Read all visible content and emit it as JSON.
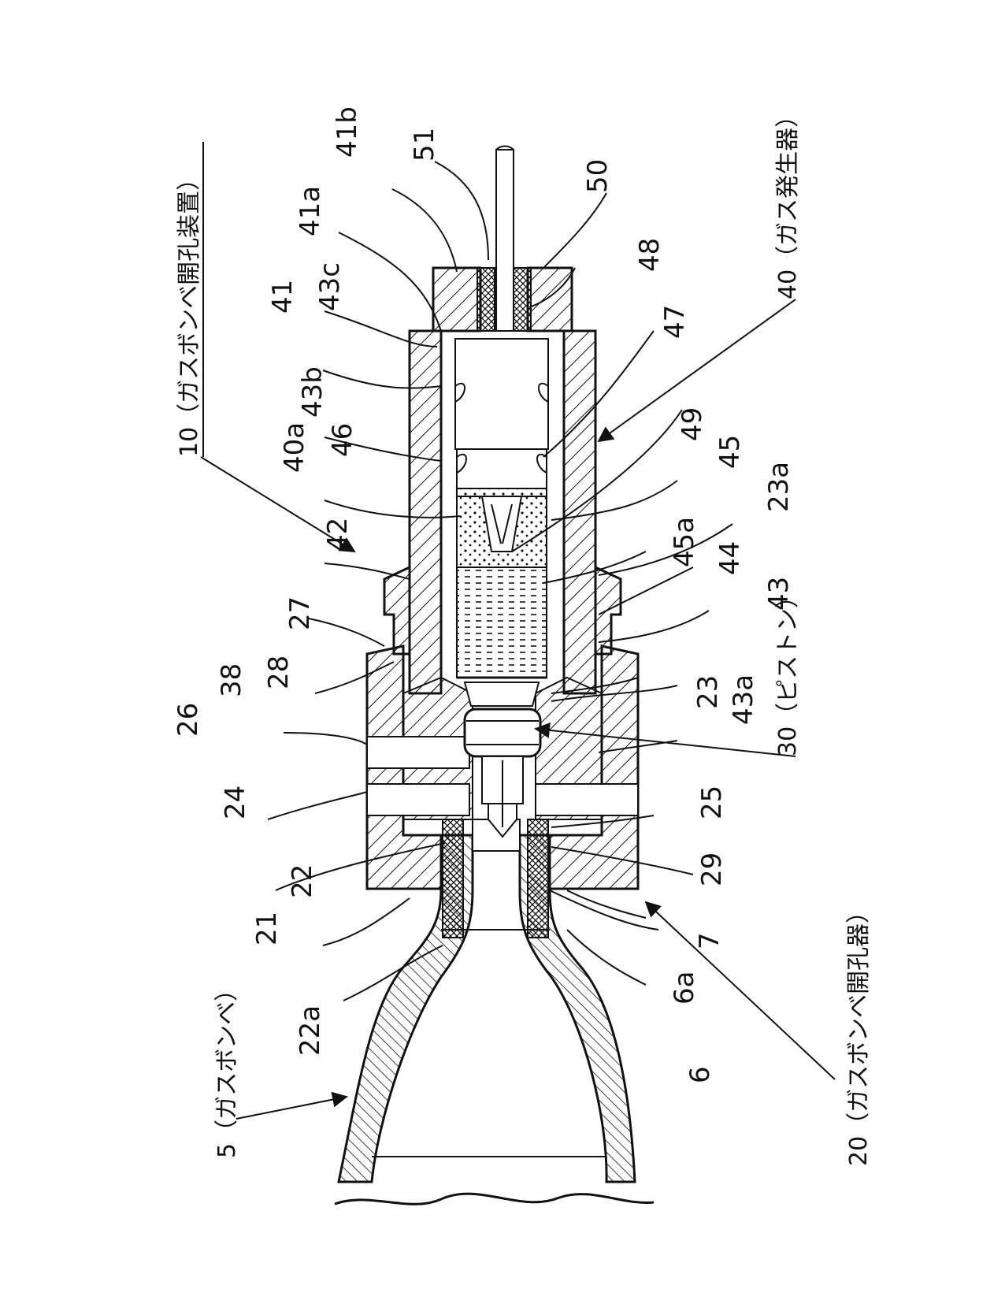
{
  "titles": {
    "device": "10（ガスボンベ開孔装置）",
    "generator": "40（ガス発生器）",
    "piston": "30（ピストン）",
    "opener": "20（ガスボンベ開孔器）",
    "cylinder": "5（ガスボンベ）"
  },
  "labels": [
    {
      "id": "l-41b",
      "text": "41b"
    },
    {
      "id": "l-51",
      "text": "51"
    },
    {
      "id": "l-50",
      "text": "50"
    },
    {
      "id": "l-41a",
      "text": "41a"
    },
    {
      "id": "l-48",
      "text": "48"
    },
    {
      "id": "l-41",
      "text": "41"
    },
    {
      "id": "l-43c",
      "text": "43c"
    },
    {
      "id": "l-47",
      "text": "47"
    },
    {
      "id": "l-43b",
      "text": "43b"
    },
    {
      "id": "l-49",
      "text": "49"
    },
    {
      "id": "l-40a",
      "text": "40a"
    },
    {
      "id": "l-46",
      "text": "46"
    },
    {
      "id": "l-45",
      "text": "45"
    },
    {
      "id": "l-23a",
      "text": "23a"
    },
    {
      "id": "l-42",
      "text": "42"
    },
    {
      "id": "l-45a",
      "text": "45a"
    },
    {
      "id": "l-44",
      "text": "44"
    },
    {
      "id": "l-27",
      "text": "27"
    },
    {
      "id": "l-43",
      "text": "43"
    },
    {
      "id": "l-28",
      "text": "28"
    },
    {
      "id": "l-23",
      "text": "23"
    },
    {
      "id": "l-38",
      "text": "38"
    },
    {
      "id": "l-43a",
      "text": "43a"
    },
    {
      "id": "l-26",
      "text": "26"
    },
    {
      "id": "l-24",
      "text": "24"
    },
    {
      "id": "l-25",
      "text": "25"
    },
    {
      "id": "l-22",
      "text": "22"
    },
    {
      "id": "l-29",
      "text": "29"
    },
    {
      "id": "l-21",
      "text": "21"
    },
    {
      "id": "l-7",
      "text": "7"
    },
    {
      "id": "l-6a",
      "text": "6a"
    },
    {
      "id": "l-22a",
      "text": "22a"
    },
    {
      "id": "l-6",
      "text": "6"
    }
  ]
}
